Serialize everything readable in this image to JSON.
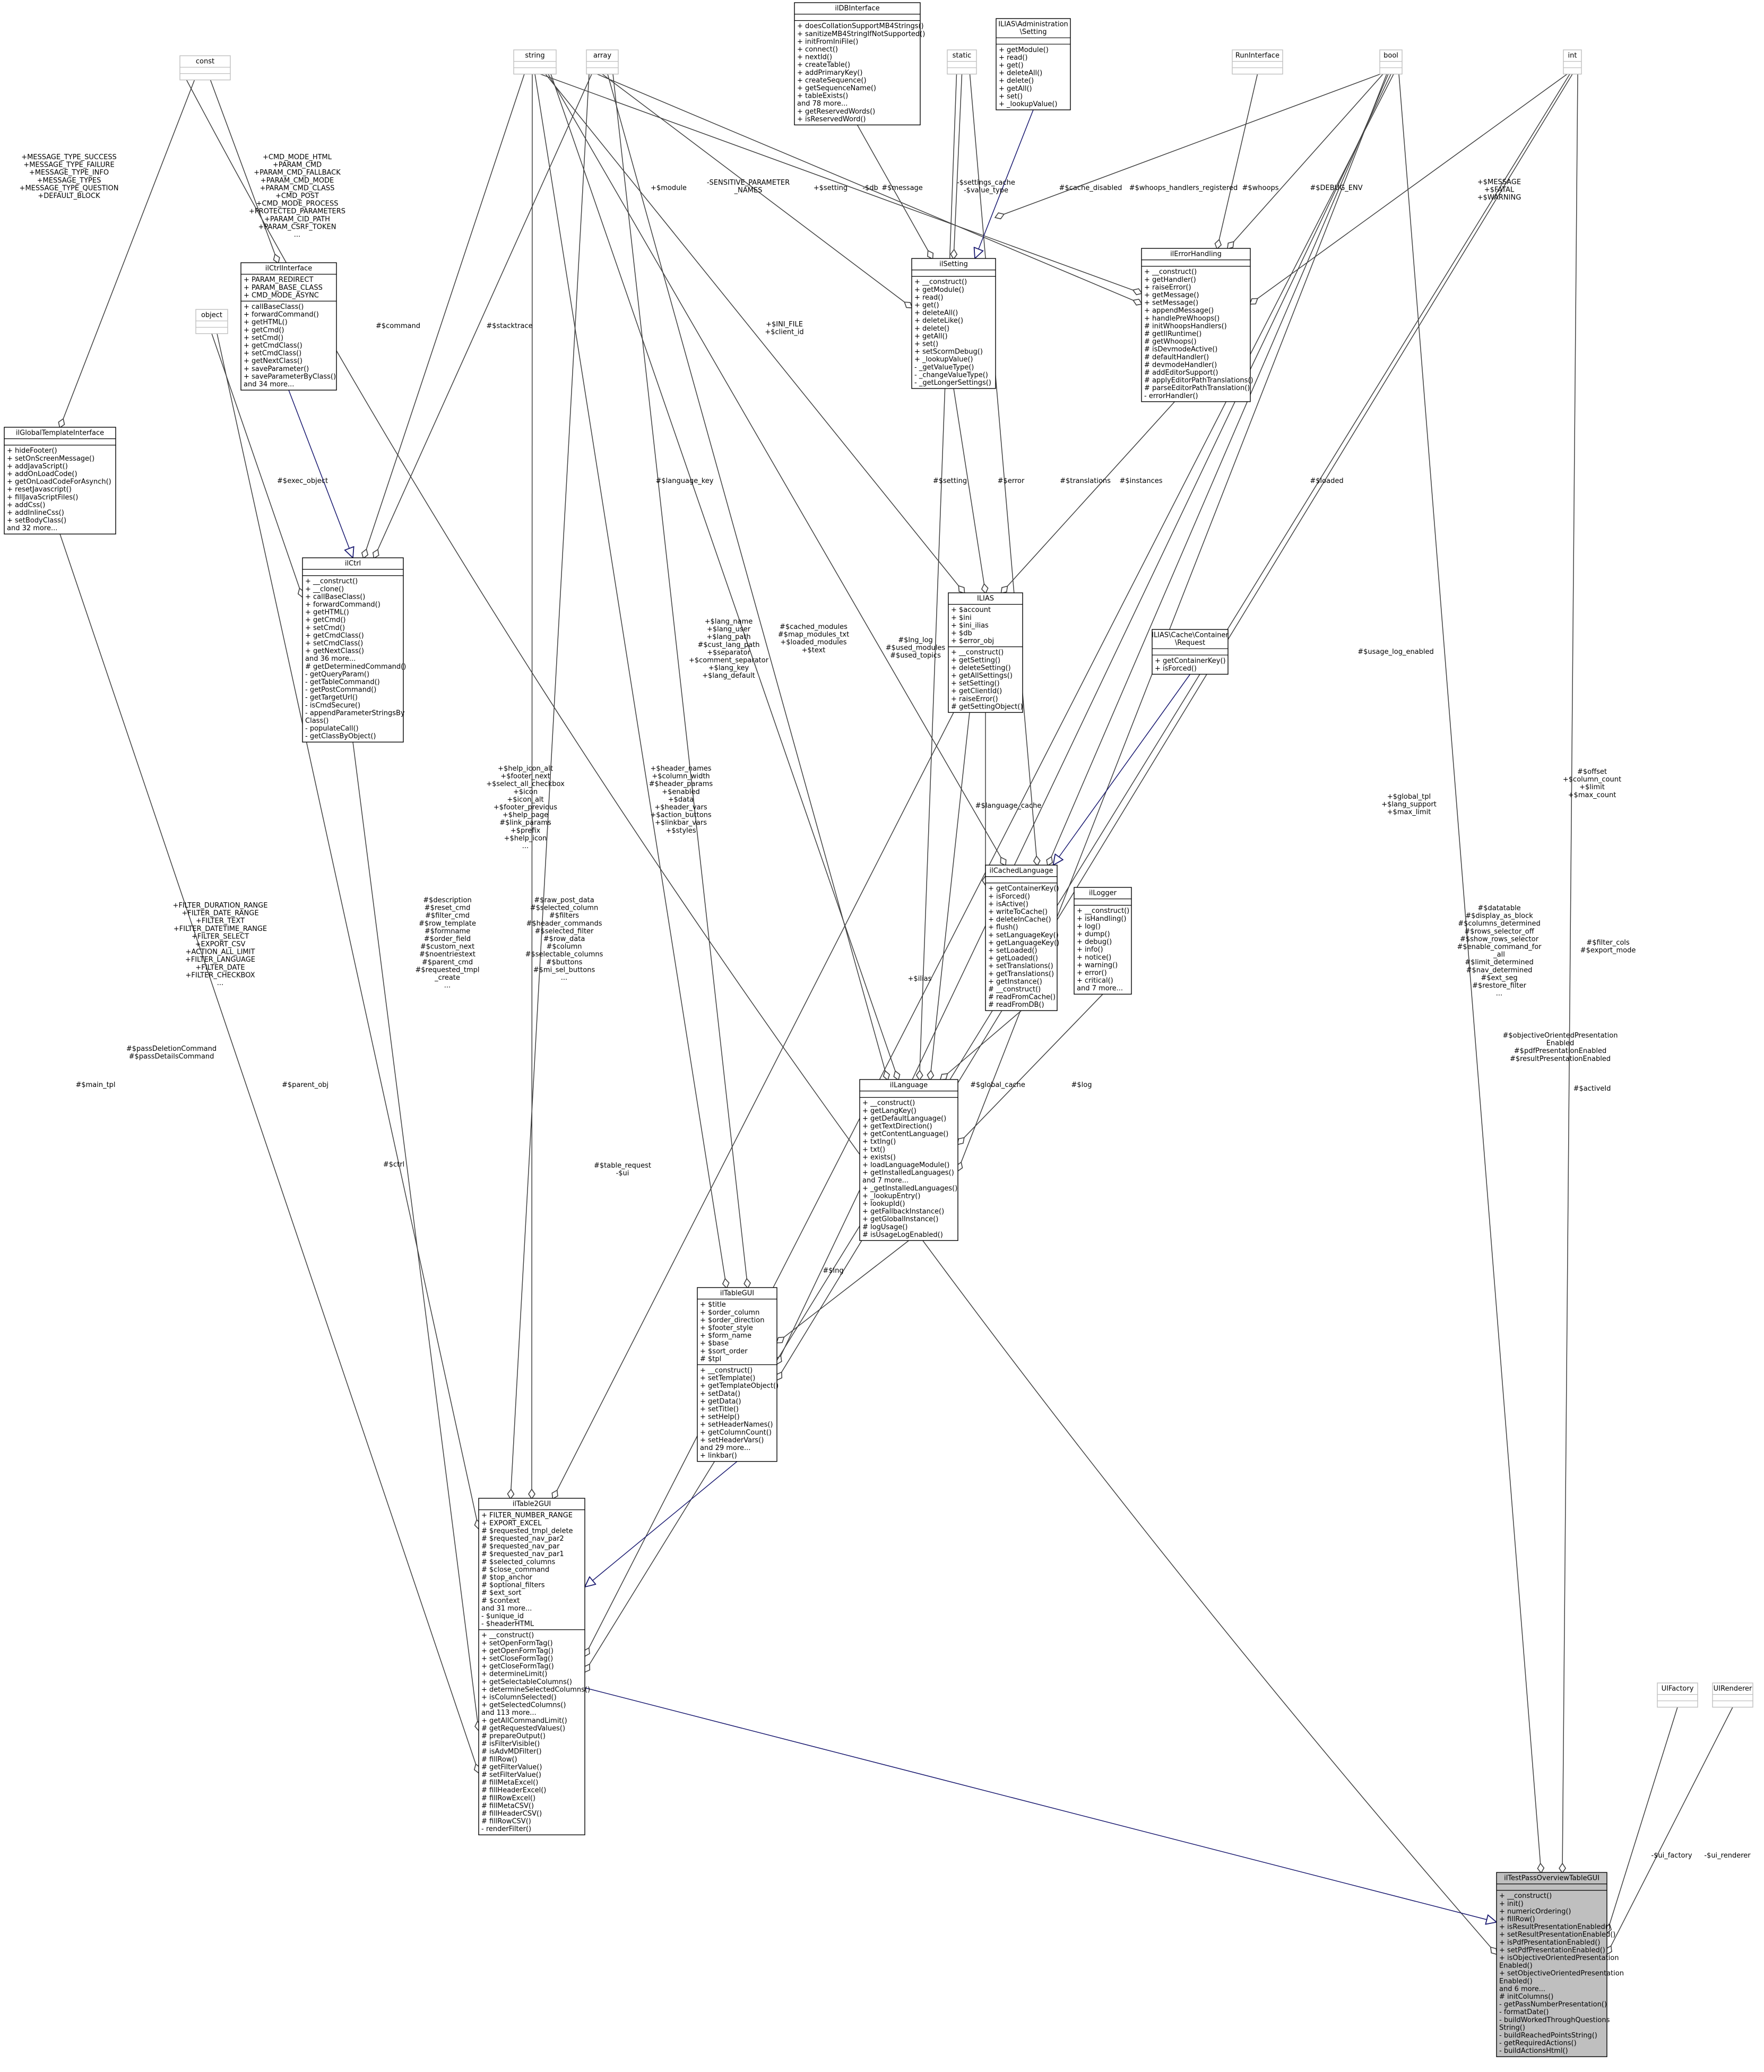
{
  "diagram": {
    "line_color": "#404040",
    "inherit_color": "#191970",
    "box_border": "#000000",
    "box_fill": "#ffffff",
    "highlight_fill": "#bfbfbf",
    "text_color": "#000000",
    "classes": [
      {
        "id": "ilDBInterface",
        "title": [
          "ilDBInterface"
        ],
        "sections": [
          [],
          [
            "+ doesCollationSupportMB4Strings()",
            "+ sanitizeMB4StringIfNotSupported()",
            "+ initFromIniFile()",
            "+ connect()",
            "+ nextId()",
            "+ createTable()",
            "+ addPrimaryKey()",
            "+ createSequence()",
            "+ getSequenceName()",
            "+ tableExists()",
            "and 78 more...",
            "+ getReservedWords()",
            "+ isReservedWord()"
          ]
        ]
      },
      {
        "id": "AdminSetting",
        "title": [
          "ILIAS\\Administration",
          "\\Setting"
        ],
        "sections": [
          [],
          [
            "+ getModule()",
            "+ read()",
            "+ get()",
            "+ deleteAll()",
            "+ delete()",
            "+ getAll()",
            "+ set()",
            "+ _lookupValue()"
          ]
        ]
      },
      {
        "id": "const",
        "title": [
          "const"
        ],
        "sections": [
          [],
          []
        ],
        "faded": true
      },
      {
        "id": "string",
        "title": [
          "string"
        ],
        "sections": [
          [],
          []
        ],
        "faded": true
      },
      {
        "id": "array",
        "title": [
          "array"
        ],
        "sections": [
          [],
          []
        ],
        "faded": true
      },
      {
        "id": "static",
        "title": [
          "static"
        ],
        "sections": [
          [],
          []
        ],
        "faded": true
      },
      {
        "id": "RunInterface",
        "title": [
          "RunInterface"
        ],
        "sections": [
          [],
          []
        ],
        "faded": true
      },
      {
        "id": "bool",
        "title": [
          "bool"
        ],
        "sections": [
          [],
          []
        ],
        "faded": true
      },
      {
        "id": "int",
        "title": [
          "int"
        ],
        "sections": [
          [],
          []
        ],
        "faded": true
      },
      {
        "id": "object",
        "title": [
          "object"
        ],
        "sections": [
          [],
          []
        ],
        "faded": true
      },
      {
        "id": "UIFactory",
        "title": [
          "UIFactory"
        ],
        "sections": [
          [],
          []
        ],
        "faded": true
      },
      {
        "id": "UIRenderer",
        "title": [
          "UIRenderer"
        ],
        "sections": [
          [],
          []
        ],
        "faded": true
      },
      {
        "id": "ilCtrlInterface",
        "title": [
          "ilCtrlInterface"
        ],
        "sections": [
          [
            "+ PARAM_REDIRECT",
            "+ PARAM_BASE_CLASS",
            "+ CMD_MODE_ASYNC"
          ],
          [
            "+ callBaseClass()",
            "+ forwardCommand()",
            "+ getHTML()",
            "+ getCmd()",
            "+ setCmd()",
            "+ getCmdClass()",
            "+ setCmdClass()",
            "+ getNextClass()",
            "+ saveParameter()",
            "+ saveParameterByClass()",
            "and 34 more..."
          ]
        ]
      },
      {
        "id": "ilSetting",
        "title": [
          "ilSetting"
        ],
        "sections": [
          [],
          [
            "+ __construct()",
            "+ getModule()",
            "+ read()",
            "+ get()",
            "+ deleteAll()",
            "+ deleteLike()",
            "+ delete()",
            "+ getAll()",
            "+ set()",
            "+ setScormDebug()",
            "+ _lookupValue()",
            "- _getValueType()",
            "- _changeValueType()",
            "- _getLongerSettings()"
          ]
        ]
      },
      {
        "id": "ilErrorHandling",
        "title": [
          "ilErrorHandling"
        ],
        "sections": [
          [],
          [
            "+ __construct()",
            "+ getHandler()",
            "+ raiseError()",
            "+ getMessage()",
            "+ setMessage()",
            "+ appendMessage()",
            "+ handlePreWhoops()",
            "# initWhoopsHandlers()",
            "# getIlRuntime()",
            "# getWhoops()",
            "# isDevmodeActive()",
            "# defaultHandler()",
            "# devmodeHandler()",
            "# addEditorSupport()",
            "# applyEditorPathTranslations()",
            "# parseEditorPathTranslation()",
            "- errorHandler()"
          ]
        ]
      },
      {
        "id": "ilGlobalTemplateInterface",
        "title": [
          "ilGlobalTemplateInterface"
        ],
        "sections": [
          [],
          [
            "+ hideFooter()",
            "+ setOnScreenMessage()",
            "+ addJavaScript()",
            "+ addOnLoadCode()",
            "+ getOnLoadCodeForAsynch()",
            "+ resetJavascript()",
            "+ fillJavaScriptFiles()",
            "+ addCss()",
            "+ addInlineCss()",
            "+ setBodyClass()",
            "and 32 more..."
          ]
        ]
      },
      {
        "id": "ilCtrl",
        "title": [
          "ilCtrl"
        ],
        "sections": [
          [],
          [
            "+ __construct()",
            "+ __clone()",
            "+ callBaseClass()",
            "+ forwardCommand()",
            "+ getHTML()",
            "+ getCmd()",
            "+ setCmd()",
            "+ getCmdClass()",
            "+ setCmdClass()",
            "+ getNextClass()",
            "and 36 more...",
            "# getDeterminedCommand()",
            "- getQueryParam()",
            "- getTableCommand()",
            "- getPostCommand()",
            "- getTargetUrl()",
            "- isCmdSecure()",
            "- appendParameterStringsBy",
            "Class()",
            "- populateCall()",
            "- getClassByObject()"
          ]
        ]
      },
      {
        "id": "ILIAS",
        "title": [
          "ILIAS"
        ],
        "sections": [
          [
            "+ $account",
            "+ $ini",
            "+ $ini_ilias",
            "+ $db",
            "+ $error_obj"
          ],
          [
            "+ __construct()",
            "+ getSetting()",
            "+ deleteSetting()",
            "+ getAllSettings()",
            "+ setSetting()",
            "+ getClientId()",
            "+ raiseError()",
            "# getSettingObject()"
          ]
        ]
      },
      {
        "id": "CacheRequest",
        "title": [
          "ILIAS\\Cache\\Container",
          "\\Request"
        ],
        "sections": [
          [],
          [
            "+ getContainerKey()",
            "+ isForced()"
          ]
        ]
      },
      {
        "id": "ilCachedLanguage",
        "title": [
          "ilCachedLanguage"
        ],
        "sections": [
          [],
          [
            "+ getContainerKey()",
            "+ isForced()",
            "+ isActive()",
            "+ writeToCache()",
            "+ deleteInCache()",
            "+ flush()",
            "+ setLanguageKey()",
            "+ getLanguageKey()",
            "+ setLoaded()",
            "+ getLoaded()",
            "+ setTranslations()",
            "+ getTranslations()",
            "+ getInstance()",
            "# __construct()",
            "# readFromCache()",
            "# readFromDB()"
          ]
        ]
      },
      {
        "id": "ilLogger",
        "title": [
          "ilLogger"
        ],
        "sections": [
          [],
          [
            "+ __construct()",
            "+ isHandling()",
            "+ log()",
            "+ dump()",
            "+ debug()",
            "+ info()",
            "+ notice()",
            "+ warning()",
            "+ error()",
            "+ critical()",
            "and 7 more..."
          ]
        ]
      },
      {
        "id": "ilLanguage",
        "title": [
          "ilLanguage"
        ],
        "sections": [
          [],
          [
            "+ __construct()",
            "+ getLangKey()",
            "+ getDefaultLanguage()",
            "+ getTextDirection()",
            "+ getContentLanguage()",
            "+ txtlng()",
            "+ txt()",
            "+ exists()",
            "+ loadLanguageModule()",
            "+ getInstalledLanguages()",
            "and 7 more...",
            "+ _getInstalledLanguages()",
            "+ _lookupEntry()",
            "+ lookupId()",
            "+ getFallbackInstance()",
            "+ getGlobalInstance()",
            "# logUsage()",
            "# isUsageLogEnabled()"
          ]
        ]
      },
      {
        "id": "ilTableGUI",
        "title": [
          "ilTableGUI"
        ],
        "sections": [
          [
            "+ $title",
            "+ $order_column",
            "+ $order_direction",
            "+ $footer_style",
            "+ $form_name",
            "+ $base",
            "+ $sort_order",
            "# $tpl"
          ],
          [
            "+ __construct()",
            "+ setTemplate()",
            "+ getTemplateObject()",
            "+ setData()",
            "+ getData()",
            "+ setTitle()",
            "+ setHelp()",
            "+ setHeaderNames()",
            "+ getColumnCount()",
            "+ setHeaderVars()",
            "and 29 more...",
            "+ linkbar()"
          ]
        ]
      },
      {
        "id": "ilTable2GUI",
        "title": [
          "ilTable2GUI"
        ],
        "sections": [
          [
            "+ FILTER_NUMBER_RANGE",
            "+ EXPORT_EXCEL",
            "# $requested_tmpl_delete",
            "# $requested_nav_par2",
            "# $requested_nav_par",
            "# $requested_nav_par1",
            "# $selected_columns",
            "# $close_command",
            "# $top_anchor",
            "# $optional_filters",
            "# $ext_sort",
            "# $context",
            "and 31 more...",
            "- $unique_id",
            "- $headerHTML"
          ],
          [
            "+ __construct()",
            "+ setOpenFormTag()",
            "+ getOpenFormTag()",
            "+ setCloseFormTag()",
            "+ getCloseFormTag()",
            "+ determineLimit()",
            "+ getSelectableColumns()",
            "+ determineSelectedColumns()",
            "+ isColumnSelected()",
            "+ getSelectedColumns()",
            "and 113 more...",
            "+ getAllCommandLimit()",
            "# getRequestedValues()",
            "# prepareOutput()",
            "# isFilterVisible()",
            "# isAdvMDFilter()",
            "# fillRow()",
            "# getFilterValue()",
            "# setFilterValue()",
            "# fillMetaExcel()",
            "# fillHeaderExcel()",
            "# fillRowExcel()",
            "# fillMetaCSV()",
            "# fillHeaderCSV()",
            "# fillRowCSV()",
            "- renderFilter()"
          ]
        ]
      },
      {
        "id": "ilTestPassOverviewTableGUI",
        "title": [
          "ilTestPassOverviewTableGUI"
        ],
        "highlight": true,
        "sections": [
          [],
          [
            "+ __construct()",
            "+ init()",
            "+ numericOrdering()",
            "+ fillRow()",
            "+ isResultPresentationEnabled()",
            "+ setResultPresentationEnabled()",
            "+ isPdfPresentationEnabled()",
            "+ setPdfPresentationEnabled()",
            "+ isObjectiveOrientedPresentation",
            "Enabled()",
            "+ setObjectiveOrientedPresentation",
            "Enabled()",
            "and 6 more...",
            "# initColumns()",
            "- getPassNumberPresentation()",
            "- formatDate()",
            "- buildWorkedThroughQuestions",
            "String()",
            "- buildReachedPointsString()",
            "- getRequiredActions()",
            "- buildActionsHtml()"
          ]
        ]
      }
    ],
    "edge_labels": [
      {
        "id": "e1",
        "lines": [
          "+MESSAGE_TYPE_SUCCESS",
          "+MESSAGE_TYPE_FAILURE",
          "+MESSAGE_TYPE_INFO",
          "+MESSAGE_TYPES",
          "+MESSAGE_TYPE_QUESTION",
          "+DEFAULT_BLOCK"
        ]
      },
      {
        "id": "e2",
        "lines": [
          "+CMD_MODE_HTML",
          "+PARAM_CMD",
          "+PARAM_CMD_FALLBACK",
          "+PARAM_CMD_MODE",
          "+PARAM_CMD_CLASS",
          "+CMD_POST",
          "+CMD_MODE_PROCESS",
          "+PROTECTED_PARAMETERS",
          "+PARAM_CID_PATH",
          "+PARAM_CSRF_TOKEN",
          "..."
        ]
      },
      {
        "id": "e3",
        "lines": [
          "+$module"
        ]
      },
      {
        "id": "e4",
        "lines": [
          "-SENSITIVE_PARAMETER",
          "_NAMES"
        ]
      },
      {
        "id": "e5",
        "lines": [
          "+$setting"
        ]
      },
      {
        "id": "e6",
        "lines": [
          "-$db"
        ]
      },
      {
        "id": "e7",
        "lines": [
          "#$message"
        ]
      },
      {
        "id": "e8",
        "lines": [
          "-$settings_cache",
          "-$value_type"
        ]
      },
      {
        "id": "e9",
        "lines": [
          "#$cache_disabled"
        ]
      },
      {
        "id": "e10",
        "lines": [
          "#$whoops_handlers_registered"
        ]
      },
      {
        "id": "e11",
        "lines": [
          "#$whoops"
        ]
      },
      {
        "id": "e12",
        "lines": [
          "#$DEBUG_ENV"
        ]
      },
      {
        "id": "e13",
        "lines": [
          "+$MESSAGE",
          "+$FATAL",
          "+$WARNING"
        ]
      },
      {
        "id": "e14",
        "lines": [
          "#$command"
        ]
      },
      {
        "id": "e15",
        "lines": [
          "#$stacktrace"
        ]
      },
      {
        "id": "e16",
        "lines": [
          "#$exec_object"
        ]
      },
      {
        "id": "e17",
        "lines": [
          "+$INI_FILE",
          "+$client_id"
        ]
      },
      {
        "id": "e18",
        "lines": [
          "#$language_key"
        ]
      },
      {
        "id": "e19",
        "lines": [
          "#$setting"
        ]
      },
      {
        "id": "e20",
        "lines": [
          "#$error"
        ]
      },
      {
        "id": "e21",
        "lines": [
          "#$translations"
        ]
      },
      {
        "id": "e22",
        "lines": [
          "#$instances"
        ]
      },
      {
        "id": "e23",
        "lines": [
          "#$loaded"
        ]
      },
      {
        "id": "e24",
        "lines": [
          "+$lang_name",
          "+$lang_user",
          "+$lang_path",
          "#$cust_lang_path",
          "+$separator",
          "+$comment_separator",
          "+$lang_key",
          "+$lang_default"
        ]
      },
      {
        "id": "e25",
        "lines": [
          "#$cached_modules",
          "#$map_modules_txt",
          "+$loaded_modules",
          "+$text"
        ]
      },
      {
        "id": "e26",
        "lines": [
          "#$lng_log",
          "#$used_modules",
          "#$used_topics"
        ]
      },
      {
        "id": "e27",
        "lines": [
          "#$usage_log_enabled"
        ]
      },
      {
        "id": "e28",
        "lines": [
          "#$language_cache"
        ]
      },
      {
        "id": "e29",
        "lines": [
          "+$help_icon_alt",
          "+$footer_next",
          "+$select_all_checkbox",
          "+$icon",
          "+$icon_alt",
          "+$footer_previous",
          "+$help_page",
          "#$link_params",
          "+$prefix",
          "+$help_icon",
          "..."
        ]
      },
      {
        "id": "e30",
        "lines": [
          "+$header_names",
          "+$column_width",
          "#$header_params",
          "+$enabled",
          "+$data",
          "+$header_vars",
          "+$action_buttons",
          "+$linkbar_vars",
          "+$styles"
        ]
      },
      {
        "id": "e31",
        "lines": [
          "+$global_tpl",
          "+$lang_support",
          "+$max_limit"
        ]
      },
      {
        "id": "e32",
        "lines": [
          "#$offset",
          "+$column_count",
          "+$limit",
          "+$max_count"
        ]
      },
      {
        "id": "e33",
        "lines": [
          "+FILTER_DURATION_RANGE",
          "+FILTER_DATE_RANGE",
          "+FILTER_TEXT",
          "+FILTER_DATETIME_RANGE",
          "+FILTER_SELECT",
          "+EXPORT_CSV",
          "+ACTION_ALL_LIMIT",
          "+FILTER_LANGUAGE",
          "+FILTER_DATE",
          "+FILTER_CHECKBOX",
          "..."
        ]
      },
      {
        "id": "e34",
        "lines": [
          "#$description",
          "#$reset_cmd",
          "#$filter_cmd",
          "#$row_template",
          "#$formname",
          "#$order_field",
          "#$custom_next",
          "#$noentriestext",
          "#$parent_cmd",
          "#$requested_tmpl",
          "_create",
          "..."
        ]
      },
      {
        "id": "e35",
        "lines": [
          "#$raw_post_data",
          "#$selected_column",
          "#$filters",
          "#$header_commands",
          "#$selected_filter",
          "#$row_data",
          "#$column",
          "#$selectable_columns",
          "#$buttons",
          "#$mi_sel_buttons",
          "..."
        ]
      },
      {
        "id": "e36",
        "lines": [
          "+$ilias"
        ]
      },
      {
        "id": "e37",
        "lines": [
          "#$global_cache"
        ]
      },
      {
        "id": "e38",
        "lines": [
          "#$log"
        ]
      },
      {
        "id": "e39",
        "lines": [
          "#$datatable",
          "#$display_as_block",
          "#$columns_determined",
          "#$rows_selector_off",
          "#$show_rows_selector",
          "#$enable_command_for",
          "_all",
          "#$limit_determined",
          "#$nav_determined",
          "#$ext_seg",
          "#$restore_filter",
          "..."
        ]
      },
      {
        "id": "e40",
        "lines": [
          "#$filter_cols",
          "#$export_mode"
        ]
      },
      {
        "id": "e41",
        "lines": [
          "#$objectiveOrientedPresentation",
          "Enabled",
          "#$pdfPresentationEnabled",
          "#$resultPresentationEnabled"
        ]
      },
      {
        "id": "e42",
        "lines": [
          "#$activeId"
        ]
      },
      {
        "id": "e43",
        "lines": [
          "#$main_tpl"
        ]
      },
      {
        "id": "e44",
        "lines": [
          "#$parent_obj"
        ]
      },
      {
        "id": "e45",
        "lines": [
          "#$ctrl"
        ]
      },
      {
        "id": "e46",
        "lines": [
          "#$passDeletionCommand",
          "#$passDetailsCommand"
        ]
      },
      {
        "id": "e47",
        "lines": [
          "#$table_request",
          "-$ui"
        ]
      },
      {
        "id": "e48",
        "lines": [
          "#$lng"
        ]
      },
      {
        "id": "e49",
        "lines": [
          "-$ui_factory"
        ]
      },
      {
        "id": "e50",
        "lines": [
          "-$ui_renderer"
        ]
      }
    ]
  }
}
